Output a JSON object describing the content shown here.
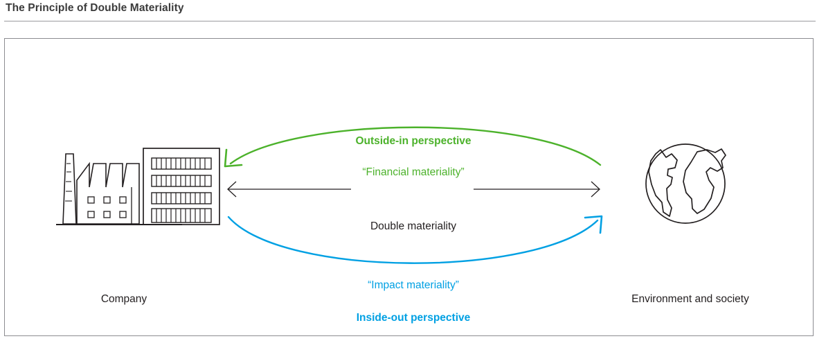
{
  "page": {
    "title": "The Principle of Double Materiality"
  },
  "diagram": {
    "left_node": {
      "icon": "factory-icon",
      "label": "Company"
    },
    "right_node": {
      "icon": "globe-icon",
      "label": "Environment and society"
    },
    "center_arrow": {
      "label": "Double materiality",
      "color": "#231f20",
      "direction": "bidirectional"
    },
    "top_flow": {
      "heading": "Outside-in perspective",
      "subtitle": "“Financial materiality”",
      "color": "#4cb22b",
      "direction": "right-to-left"
    },
    "bottom_flow": {
      "heading": "Inside-out perspective",
      "subtitle": "“Impact materiality”",
      "color": "#00a0e3",
      "direction": "left-to-right"
    }
  },
  "colors": {
    "green": "#4cb22b",
    "blue": "#00a0e3",
    "ink": "#231f20",
    "rule": "#9a9a9e",
    "frame": "#8c8c90",
    "title": "#3b3b3b"
  }
}
